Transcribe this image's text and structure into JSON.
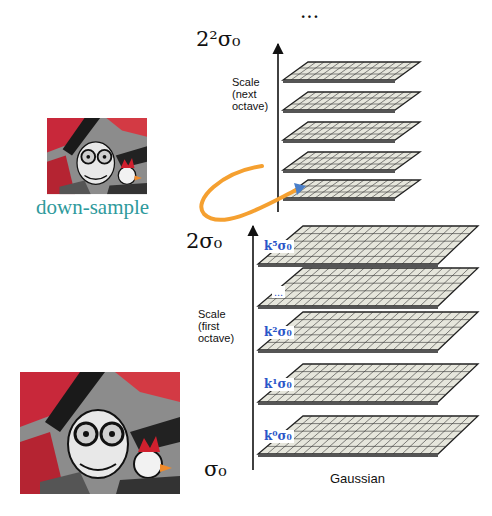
{
  "diagram": {
    "labels": [
      "...",
      "2²σ₀",
      "Scale (next octave)",
      "down-sample",
      "2σ₀",
      "k⁵σ₀",
      "...",
      "k²σ₀",
      "k¹σ₀",
      "k⁰σ₀",
      "Scale (first octave)",
      "σ₀",
      "Gaussian"
    ]
  }
}
